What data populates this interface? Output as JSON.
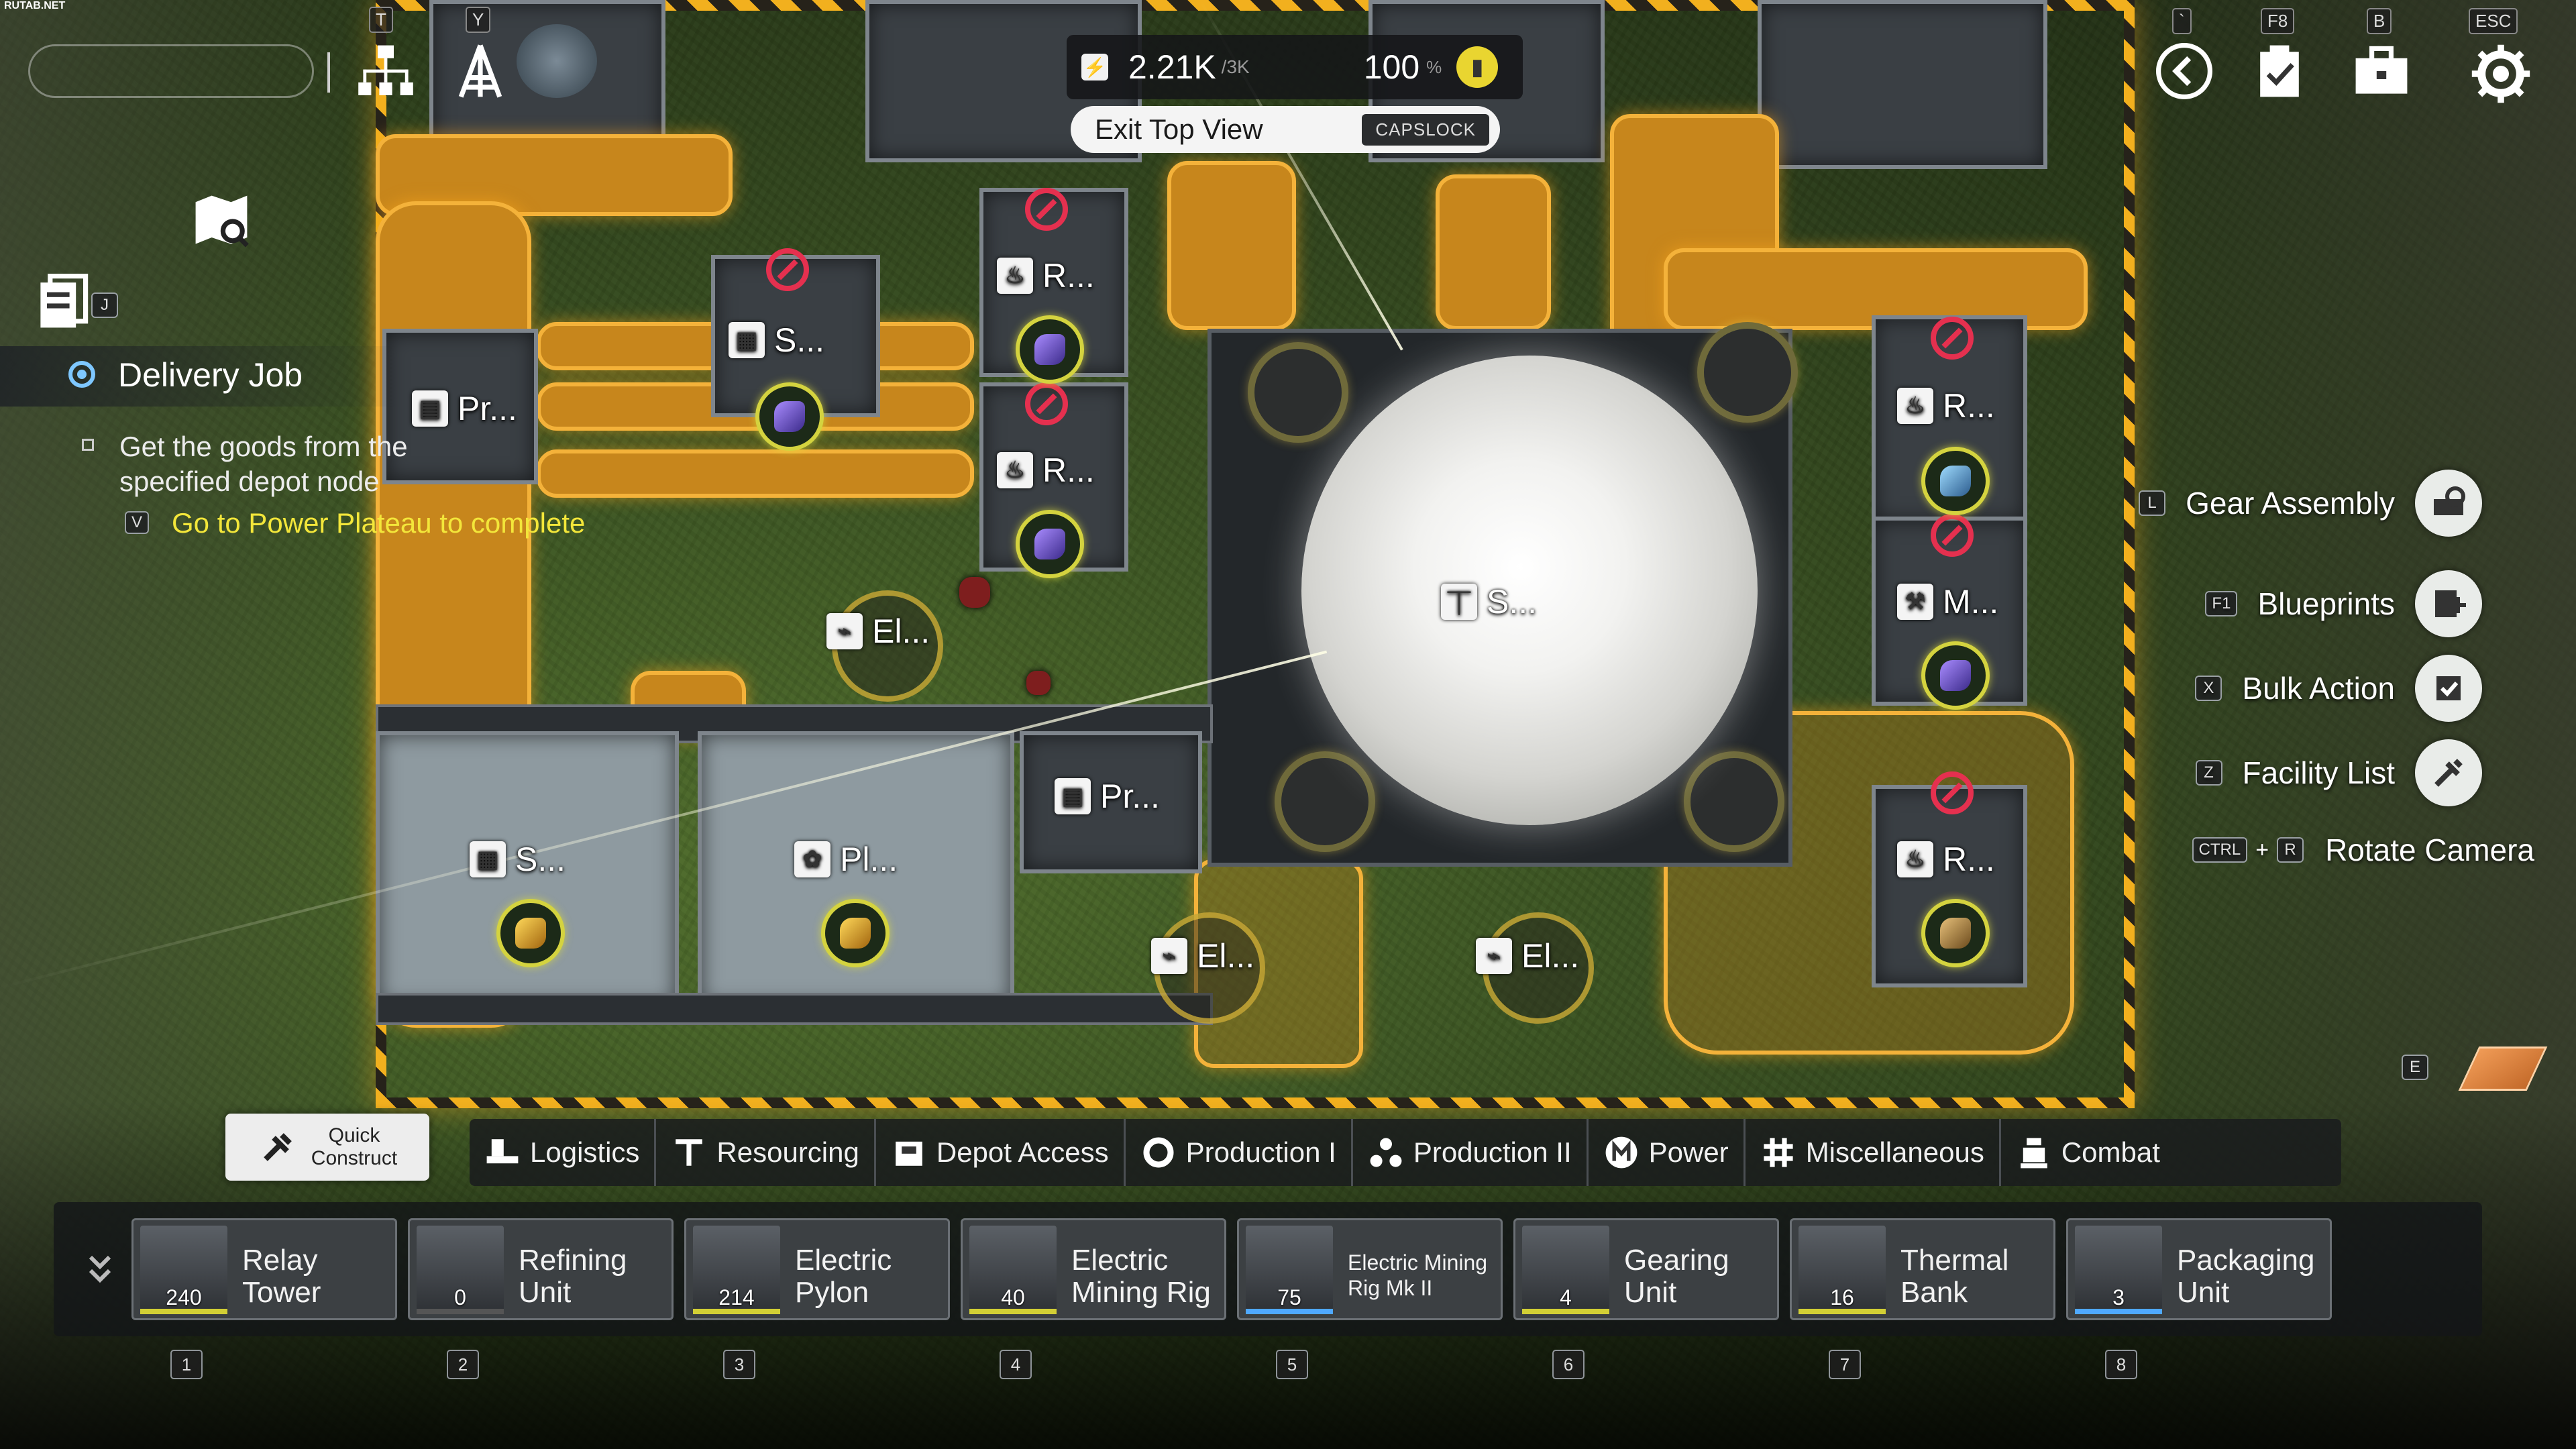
{
  "watermark": "RUTAB.NET",
  "top_keys": {
    "t": "T",
    "y": "Y",
    "backtick": "`",
    "f8": "F8",
    "b": "B",
    "esc": "ESC",
    "j": "J",
    "e": "E"
  },
  "stats": {
    "power_value": "2.21K",
    "power_cap": "/3K",
    "percent_value": "100",
    "percent_unit": "%"
  },
  "exit_top_view": {
    "label": "Exit Top View",
    "key": "CAPSLOCK"
  },
  "quest": {
    "title": "Delivery Job",
    "objective_line1": "Get the goods from the",
    "objective_line2": "specified depot node",
    "sub_key": "V",
    "sub_objective": "Go to Power Plateau to complete"
  },
  "right_menu": [
    {
      "key": "L",
      "label": "Gear Assembly",
      "icon": "gear-assembly-icon"
    },
    {
      "key": "F1",
      "label": "Blueprints",
      "icon": "blueprint-icon"
    },
    {
      "key": "X",
      "label": "Bulk Action",
      "icon": "bulk-action-icon"
    },
    {
      "key": "Z",
      "label": "Facility List",
      "icon": "facility-list-icon"
    }
  ],
  "rotate_camera": {
    "key1": "CTRL",
    "plus": "+",
    "key2": "R",
    "label": "Rotate Camera"
  },
  "facility_labels": [
    {
      "text": "Pr..."
    },
    {
      "text": "S..."
    },
    {
      "text": "R..."
    },
    {
      "text": "R..."
    },
    {
      "text": "El..."
    },
    {
      "text": "S..."
    },
    {
      "text": "Pl..."
    },
    {
      "text": "Pr..."
    },
    {
      "text": "S..."
    },
    {
      "text": "R..."
    },
    {
      "text": "M..."
    },
    {
      "text": "R..."
    },
    {
      "text": "El..."
    },
    {
      "text": "El..."
    }
  ],
  "quick_construct": {
    "line1": "Quick",
    "line2": "Construct"
  },
  "categories": [
    {
      "label": "Logistics",
      "icon": "logistics-icon"
    },
    {
      "label": "Resourcing",
      "icon": "resourcing-icon"
    },
    {
      "label": "Depot Access",
      "icon": "depot-access-icon"
    },
    {
      "label": "Production I",
      "icon": "production-icon"
    },
    {
      "label": "Production II",
      "icon": "production-ii-icon"
    },
    {
      "label": "Power",
      "icon": "power-icon"
    },
    {
      "label": "Miscellaneous",
      "icon": "miscellaneous-icon"
    },
    {
      "label": "Combat",
      "icon": "combat-icon"
    }
  ],
  "build_items": [
    {
      "name_l1": "Relay",
      "name_l2": "Tower",
      "count": "240",
      "slot": "1"
    },
    {
      "name_l1": "Refining",
      "name_l2": "Unit",
      "count": "0",
      "slot": "2"
    },
    {
      "name_l1": "Electric",
      "name_l2": "Pylon",
      "count": "214",
      "slot": "3"
    },
    {
      "name_l1": "Electric",
      "name_l2": "Mining Rig",
      "count": "40",
      "slot": "4"
    },
    {
      "name_l1": "Electric Mining",
      "name_l2": "Rig Mk II",
      "count": "75",
      "slot": "5"
    },
    {
      "name_l1": "Gearing",
      "name_l2": "Unit",
      "count": "4",
      "slot": "6"
    },
    {
      "name_l1": "Thermal",
      "name_l2": "Bank",
      "count": "16",
      "slot": "7"
    },
    {
      "name_l1": "Packaging",
      "name_l2": "Unit",
      "count": "3",
      "slot": "8"
    }
  ],
  "colors": {
    "accent": "#f2b01e",
    "node_ring": "#d4d33f",
    "blocked": "#e5304f"
  }
}
